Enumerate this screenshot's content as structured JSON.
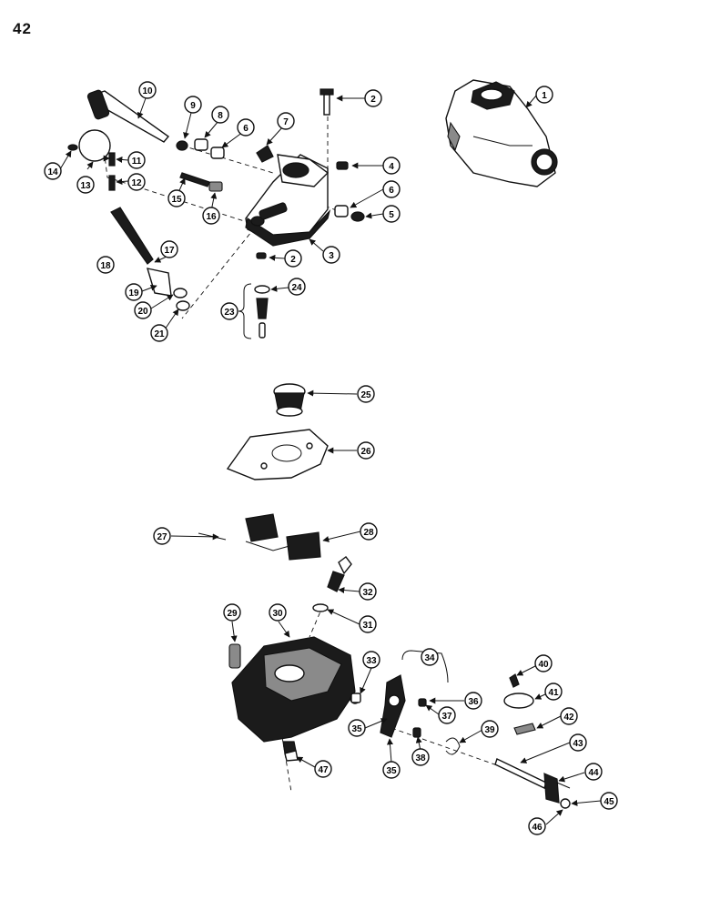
{
  "page": {
    "number": "42"
  },
  "callouts": [
    "1",
    "2",
    "3",
    "4",
    "5",
    "6",
    "7",
    "8",
    "9",
    "10",
    "11",
    "12",
    "13",
    "14",
    "15",
    "16",
    "17",
    "18",
    "19",
    "20",
    "21",
    "23",
    "24",
    "25",
    "26",
    "27",
    "28",
    "29",
    "30",
    "31",
    "32",
    "33",
    "34",
    "35",
    "36",
    "37",
    "38",
    "39",
    "40",
    "41",
    "42",
    "43",
    "44",
    "45",
    "46",
    "47"
  ],
  "colors": {
    "ink": "#111111",
    "paper": "#ffffff",
    "shade": "#8a8a8a"
  }
}
